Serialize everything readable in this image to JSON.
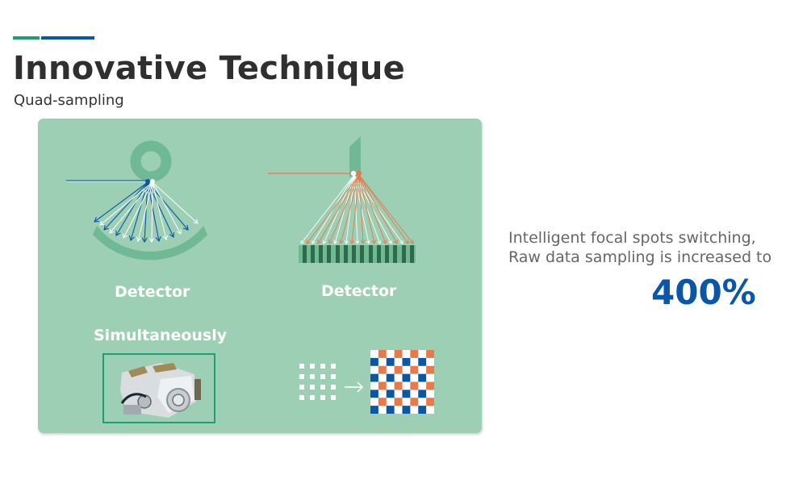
{
  "header": {
    "accent_colors": {
      "green": "#1f9e6e",
      "blue": "#0a56a8"
    },
    "title": "Innovative Technique",
    "subtitle": "Quad-sampling"
  },
  "panel": {
    "background": "#9ccfb4",
    "left_diagram": {
      "label": "Detector",
      "icon": "arc-detector-fan-beam-icon",
      "beam_colors": [
        "#0a56a8",
        "#ffffff"
      ]
    },
    "right_diagram": {
      "label": "Detector",
      "icon": "flat-detector-fan-beam-icon",
      "beam_colors": [
        "#e8794a",
        "#ffffff"
      ]
    },
    "simultaneous": {
      "label": "Simultaneously",
      "image": "x-ray-tube-photo"
    },
    "sampling_visual": {
      "input_grid": "4x4 white dots",
      "arrow": "right-arrow-icon",
      "output_grid": "8x8 checkerboard",
      "colors": {
        "orange": "#e8794a",
        "blue": "#0a56a8",
        "white": "#ffffff"
      }
    }
  },
  "callout": {
    "line1": "Intelligent focal spots switching,",
    "line2": "Raw data sampling is increased to",
    "value": "400%",
    "value_color": "#0a56a8"
  }
}
